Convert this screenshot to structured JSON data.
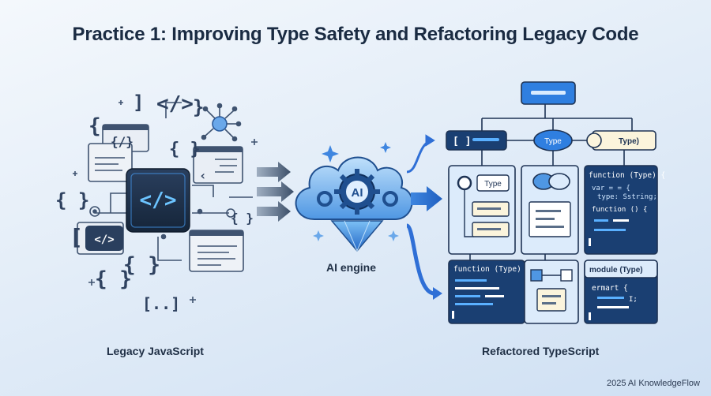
{
  "title": "Practice 1: Improving Type Safety and Refactoring Legacy Code",
  "labels": {
    "legacy": "Legacy JavaScript",
    "engine": "AI engine",
    "refactored": "Refactored TypeScript",
    "ai_badge": "AI"
  },
  "legacy_glyphs": {
    "code_tag": "</>",
    "braces": "{ }",
    "brackets": "[..]",
    "slash_braces": "{/}"
  },
  "ts_panels": {
    "top_array": "[ ]",
    "type_node": "Type",
    "type_tail": "Type)",
    "left_type": "Type",
    "fn_header": "function (Type) {",
    "var_line": "var = = {",
    "type_line": "type: Sstring;",
    "fn_inner": "function () {",
    "bottom_fn": "function (Type) {",
    "module_header": "module (Type)",
    "ermart": "ermart {",
    "end_token": "I;"
  },
  "footer": "2025 AI KnowledgeFlow",
  "colors": {
    "accent": "#2f6fd6",
    "dark_panel": "#1a3f72",
    "light_panel": "#dcebfb",
    "text": "#1a2b42"
  }
}
